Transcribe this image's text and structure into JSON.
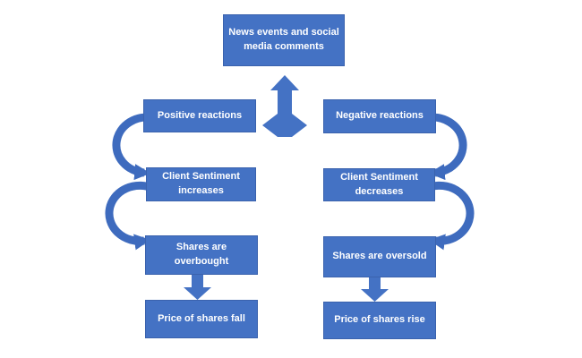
{
  "diagram": {
    "description": "Flowchart of news and social media sentiment affecting share prices",
    "boxes": {
      "news": "News events and social media comments",
      "positive": "Positive reactions",
      "negative": "Negative reactions",
      "sentiment_increase": "Client Sentiment increases",
      "sentiment_decrease": "Client Sentiment decreases",
      "overbought": "Shares are overbought",
      "oversold": "Shares are oversold",
      "price_fall": "Price of shares fall",
      "price_rise": "Price of shares rise"
    },
    "arrows": {
      "three_way_arrow": "double-headed arrow pointing up to news box and left/right between positive and negative reactions",
      "curved_left_top": "curved arrow from Positive reactions down to Client Sentiment increases",
      "curved_left_bottom": "curved arrow from Client Sentiment increases down to Shares are overbought",
      "curved_right_top": "curved arrow from Negative reactions down to Client Sentiment decreases",
      "curved_right_bottom": "curved arrow from Client Sentiment decreases down to Shares are oversold",
      "down_left": "straight arrow from Shares are overbought to Price of shares fall",
      "down_right": "straight arrow from Shares are oversold to Price of shares rise"
    }
  },
  "colors": {
    "box_fill": "#4472C4",
    "box_border": "#3A62AD",
    "arrow_fill": "#4472C4",
    "curved_arrow": "#3E6BBE",
    "text": "#FFFFFF",
    "background": "#FFFFFF"
  }
}
